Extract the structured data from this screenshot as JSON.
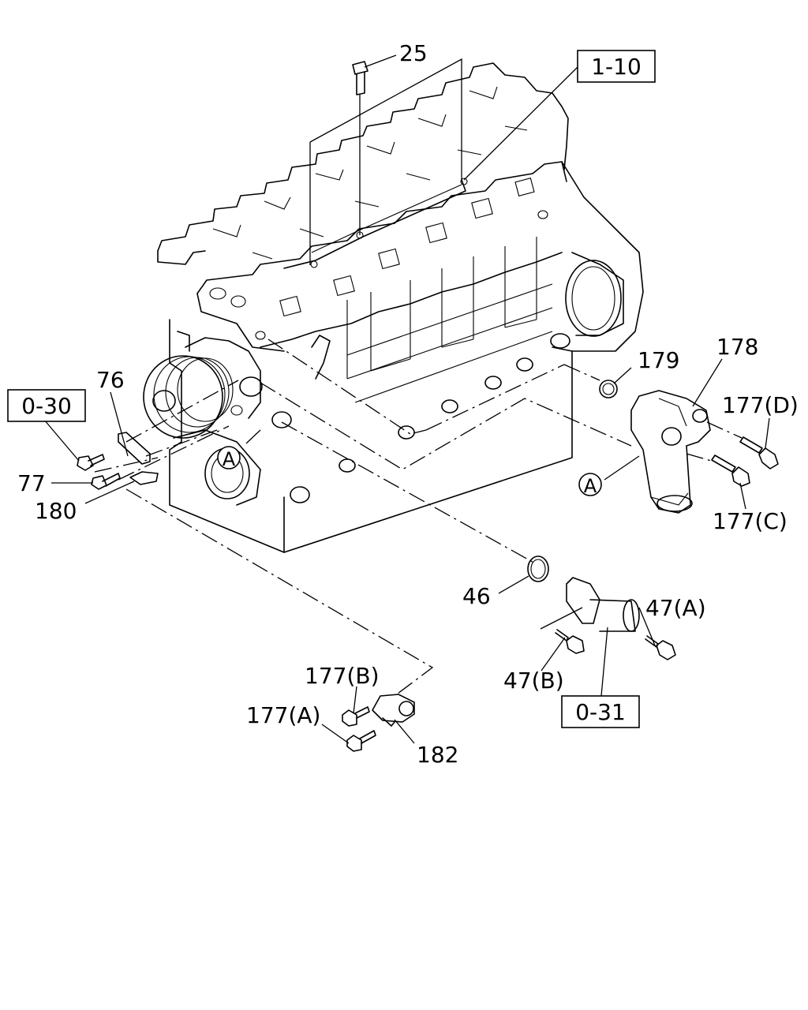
{
  "diagram": {
    "labels": [
      {
        "id": "lbl-25",
        "text": "25"
      },
      {
        "id": "lbl-1-10",
        "text": "1-10"
      },
      {
        "id": "lbl-179",
        "text": "179"
      },
      {
        "id": "lbl-178",
        "text": "178"
      },
      {
        "id": "lbl-177d",
        "text": "177(D)"
      },
      {
        "id": "lbl-177c",
        "text": "177(C)"
      },
      {
        "id": "lbl-76",
        "text": "76"
      },
      {
        "id": "lbl-0-30",
        "text": "0-30"
      },
      {
        "id": "lbl-77",
        "text": "77"
      },
      {
        "id": "lbl-180",
        "text": "180"
      },
      {
        "id": "lbl-46",
        "text": "46"
      },
      {
        "id": "lbl-47a",
        "text": "47(A)"
      },
      {
        "id": "lbl-47b",
        "text": "47(B)"
      },
      {
        "id": "lbl-0-31",
        "text": "0-31"
      },
      {
        "id": "lbl-177b",
        "text": "177(B)"
      },
      {
        "id": "lbl-177a",
        "text": "177(A)"
      },
      {
        "id": "lbl-182",
        "text": "182"
      }
    ],
    "markers": [
      {
        "id": "marker-a-engine",
        "text": "A"
      },
      {
        "id": "marker-a-housing",
        "text": "A"
      }
    ]
  }
}
